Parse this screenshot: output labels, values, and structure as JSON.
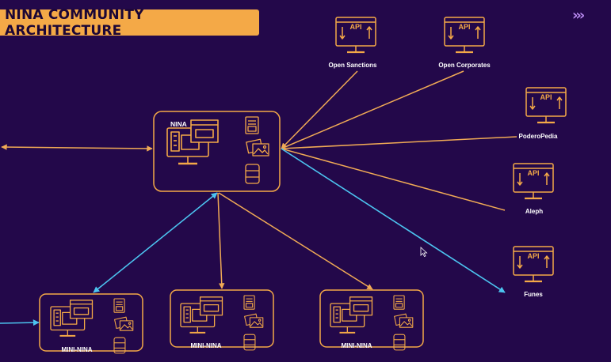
{
  "title": "NINA COMMUNITY ARCHITECTURE",
  "nav_glyph": "›››",
  "api_text": "API",
  "nina_label": "NINA",
  "mini_labels": [
    "MINI-NINA",
    "MINI-NINA",
    "MINI-NINA"
  ],
  "apis": [
    "Open Sanctions",
    "Open Corporates",
    "PoderoPedia",
    "Aleph",
    "Funes"
  ],
  "colors": {
    "background": "#23084a",
    "accent": "#f4a947",
    "connector_orange": "#f0aa55",
    "connector_blue": "#4cc4f0",
    "chevron": "#b98af0"
  }
}
